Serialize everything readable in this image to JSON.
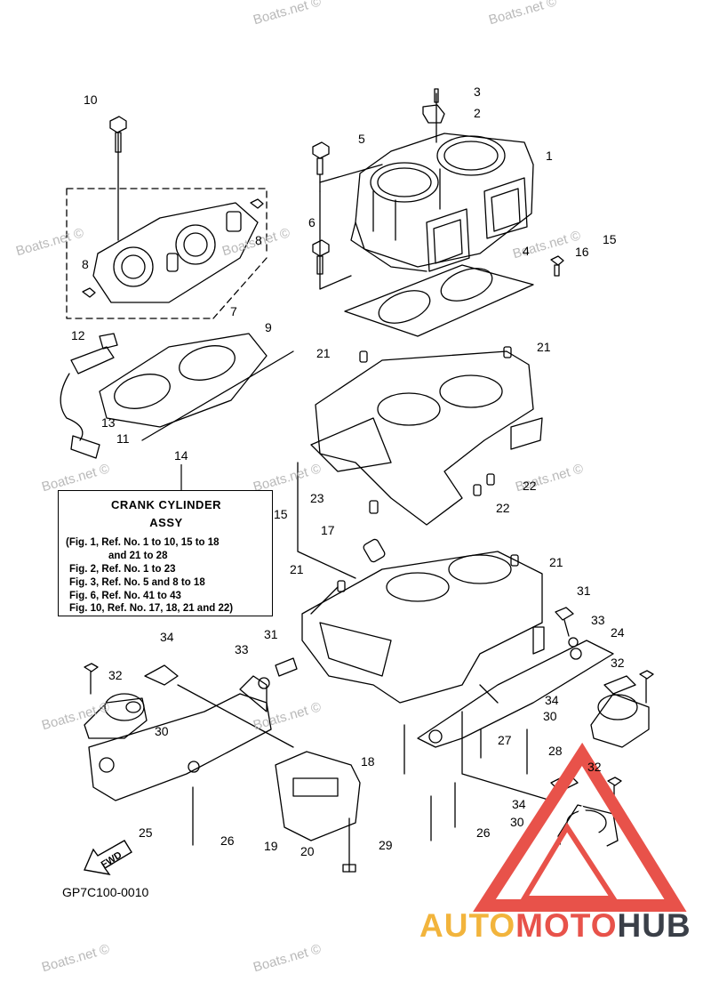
{
  "colors": {
    "line": "#000000",
    "watermark": "#b9b9b9",
    "logo_auto": "#f2b43c",
    "logo_moto": "#e8524a",
    "logo_hub": "#3a3f48",
    "logo_triangle": "#e8524a"
  },
  "watermark": {
    "text": "Boats.net ©"
  },
  "callouts": [
    "1",
    "2",
    "3",
    "4",
    "5",
    "6",
    "7",
    "8",
    "8",
    "9",
    "10",
    "11",
    "12",
    "13",
    "14",
    "15",
    "15",
    "16",
    "17",
    "18",
    "19",
    "20",
    "21",
    "21",
    "21",
    "21",
    "22",
    "22",
    "23",
    "24",
    "25",
    "26",
    "26",
    "27",
    "28",
    "29",
    "30",
    "30",
    "30",
    "31",
    "31",
    "32",
    "32",
    "32",
    "33",
    "33",
    "34",
    "34",
    "34"
  ],
  "note_box": {
    "title": "CRANK CYLINDER",
    "subtitle": "ASSY",
    "lines": [
      "(Fig. 1, Ref. No. 1 to 10, 15 to 18",
      "and 21 to 28",
      "Fig. 2, Ref. No. 1 to 23",
      "Fig. 3, Ref. No. 5 and 8 to 18",
      "Fig. 6, Ref. No. 41 to 43",
      "Fig. 10, Ref. No. 17, 18, 21 and 22)"
    ]
  },
  "fwd_label": "FWD",
  "figure_code": "GP7C100-0010",
  "logo": {
    "part1": "AUTO",
    "part2": "MOTO",
    "part3": "HUB"
  }
}
